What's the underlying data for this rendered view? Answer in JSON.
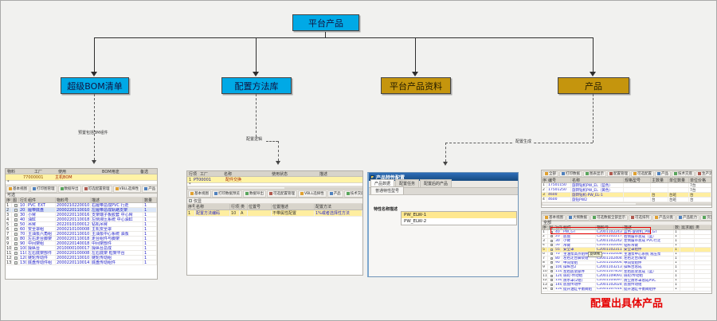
{
  "diagram": {
    "root": "平台产品",
    "nodes": [
      "超级BOM清单",
      "配置方法库",
      "平台产品资料",
      "产品"
    ],
    "edge_notes": {
      "bom": "预置包括3M组件",
      "logic": "配置逻辑",
      "generate": "配置生成"
    },
    "annotation": "配置出具体产品",
    "colors": {
      "node_cyan": "#00a9e6",
      "node_gold": "#c5950d",
      "annotation_red": "#e60000",
      "link_blue": "#2323c8",
      "highlight_yellow": "#fff3a6"
    }
  },
  "bom_panel": {
    "info_columns": [
      "物料",
      "工厂",
      "使用",
      "BOM用途",
      "备选"
    ],
    "info_row": {
      "mat": "77000001",
      "desc": "主机BOM"
    },
    "star": "*",
    "toolbar": [
      "基本视图",
      "打印图管理",
      "数据导出",
      "可选配置管理",
      "VBLL选择性",
      "产品",
      "生成"
    ],
    "section": "可选",
    "columns": [
      "序号",
      "图",
      "行项",
      "组件",
      "物料号",
      "描述",
      "数量"
    ],
    "rows": [
      {
        "n": "1",
        "item": "10",
        "comp": "PVC_EXT",
        "code": "2000210220010",
        "desc": "右履带总成PVC 行走",
        "qty": "1"
      },
      {
        "n": "2",
        "item": "20",
        "comp": "履带底盘",
        "code": "2000220110010",
        "desc": "左履带总成轨路支架",
        "qty": "1",
        "hl": "row-hl-blue"
      },
      {
        "n": "3",
        "item": "30",
        "comp": "小臂",
        "code": "2000220110016",
        "desc": "支架端子板胶套 中心臂",
        "qty": "1"
      },
      {
        "n": "4",
        "item": "40",
        "comp": "油缸",
        "code": "2000220110018",
        "desc": "左侧液压系统 中心油缸",
        "qty": "1"
      },
      {
        "n": "5",
        "item": "50",
        "comp": "吊臂",
        "code": "2022010100012",
        "desc": "钻机吊臂",
        "qty": "1"
      },
      {
        "n": "6",
        "item": "60",
        "comp": "安全罩组",
        "code": "2000210100008",
        "desc": "主机安全罩",
        "qty": "1"
      },
      {
        "n": "7",
        "item": "70",
        "comp": "主油泵六角组",
        "code": "2000220110010",
        "desc": "主油泵中心系统 油泵",
        "qty": "1"
      },
      {
        "n": "8",
        "item": "80",
        "comp": "左右走台脚架",
        "code": "2000220110018",
        "desc": "走台组件与脚架",
        "qty": "1"
      },
      {
        "n": "9",
        "item": "90",
        "comp": "中间架组",
        "code": "2000220140018",
        "desc": "中间架部件",
        "qty": "1"
      },
      {
        "n": "10",
        "item": "100",
        "comp": "操纵台",
        "code": "2010000100017",
        "desc": "操纵台总成",
        "qty": "1"
      },
      {
        "n": "11",
        "item": "110",
        "comp": "左右底架部件",
        "code": "2000220100008",
        "desc": "左右底架 框架平台",
        "qty": "1"
      },
      {
        "n": "12",
        "item": "120",
        "comp": "链轮传动件",
        "code": "2000220110010",
        "desc": "链轮传动组",
        "qty": "1"
      },
      {
        "n": "13",
        "item": "130",
        "comp": "底盘传动件组",
        "code": "2000220110014",
        "desc": "底盘传动组件",
        "qty": "1"
      }
    ]
  },
  "method_panel": {
    "info_columns": [
      "行项",
      "工厂",
      "名称",
      "使用状态",
      "描述"
    ],
    "info_row": {
      "n": "1",
      "code": "PT00001",
      "desc": "配件交换"
    },
    "star": "*",
    "toolbar": [
      "基本视图",
      "打印数据预览",
      "数据导出",
      "可选配置管理",
      "VBLL选择性",
      "产品",
      "技术交底",
      "FT"
    ],
    "filter_label": "仅显",
    "columns": [
      "序号",
      "名称",
      "行项",
      "类",
      "位置号",
      "位置描述",
      "配置方法"
    ],
    "row": {
      "n": "1",
      "name": "配置方法编码",
      "item": "10",
      "cls": "A",
      "pos": "",
      "posdesc": "不带属性配置",
      "meth": "1%或者选择性方法"
    }
  },
  "config_dialog": {
    "title": "产品特性配置",
    "tabs": [
      "产品数据",
      "配置任务",
      "配置后的产品"
    ],
    "subtab": "普通特性型号",
    "field_label": "特性名称描述",
    "options": [
      {
        "label": "PW_ELW-1",
        "hl": "opt-hl"
      },
      {
        "label": "PW_ELW-2"
      }
    ]
  },
  "product_list_panel": {
    "toolbar": [
      "全部",
      "打印数据",
      "图表显示",
      "配置管理",
      "可选配置",
      "产品",
      "技术交底",
      "生产流程",
      "扩展"
    ],
    "columns": [
      "序号",
      "编号",
      "名称",
      "规格型号",
      "主数量",
      "单位数量",
      "单位价格"
    ],
    "rows": [
      {
        "n": "1",
        "code": "17501150",
        "name": "旋转钻机PW_EL（蓝色）",
        "spec": "",
        "q1": "",
        "q2": "",
        "q3": "7台"
      },
      {
        "n": "2",
        "code": "17501250",
        "name": "旋转钻机PW_EL（黄色）",
        "spec": "",
        "q1": "",
        "q2": "",
        "q3": "7台"
      },
      {
        "n": "3",
        "code": "4600",
        "name": "旋转钻机-PW_EL-1",
        "spec": "",
        "q1": "台",
        "q2": "台班",
        "q3": "台",
        "hl": "row-hl-yellow"
      },
      {
        "n": "4",
        "code": "4600",
        "name": "旋钻PW2",
        "spec": "",
        "q1": "台",
        "q2": "台班",
        "q3": "台"
      }
    ]
  },
  "product_bom_panel": {
    "toolbar": [
      "基本视图",
      "大纲数据",
      "可选数据全部显示",
      "可选排列",
      "产品分类",
      "产品能力",
      "页面设置"
    ],
    "section": "全部",
    "columns": [
      "序号",
      "图",
      "行项",
      "组件",
      "物料号",
      "描述",
      "数量",
      "需求跟踪",
      "类"
    ],
    "tooltip": "旋转机",
    "rows": [
      {
        "n": "1",
        "item": "40",
        "comp": "PW_GT",
        "code": "C2001102243",
        "desc": "蓝色-旋转机_PW_GT",
        "qty": "1"
      },
      {
        "n": "2",
        "item": "20",
        "comp": "底盘",
        "code": "C2001102217",
        "desc": "右侧履带总成（蓝）",
        "qty": "1"
      },
      {
        "n": "3",
        "item": "30",
        "comp": "小臂",
        "code": "C2001102242",
        "desc": "左侧履带总成 PVC行走",
        "qty": "1"
      },
      {
        "n": "4",
        "item": "50",
        "comp": "吊臂",
        "code": "C2001102006",
        "desc": "钻杆吊臂",
        "qty": "1"
      },
      {
        "n": "5",
        "item": "55",
        "comp": "安全罩",
        "code": "C2001102311",
        "desc": "安全罩组件",
        "qty": "1",
        "hl": "row-hl-yellow"
      },
      {
        "n": "6",
        "item": "70",
        "comp": "主油泵高点组件",
        "code": "C2001102408",
        "desc": "主油泵中心系统 液压泵",
        "qty": "1"
      },
      {
        "n": "7",
        "item": "80",
        "comp": "左右走台脚架组",
        "code": "C2001102404",
        "desc": "左右走台/脚架",
        "qty": "1"
      },
      {
        "n": "8",
        "item": "90",
        "comp": "中间架组",
        "code": "C2001102604",
        "desc": "中间架组件",
        "qty": "1"
      },
      {
        "n": "9",
        "item": "100",
        "comp": "操纵台2",
        "code": "C2001103213",
        "desc": "操纵台总成",
        "qty": "1"
      },
      {
        "n": "10",
        "item": "110",
        "comp": "左右底架部件",
        "code": "C2001107850",
        "desc": "左右底架总成（蓝）",
        "qty": "1"
      },
      {
        "n": "11",
        "item": "120",
        "comp": "链轮-传动组",
        "code": "C2001109091",
        "desc": "链轮/传动组",
        "qty": "1"
      },
      {
        "n": "12",
        "item": "130",
        "comp": "防水罩(2组)",
        "code": "C2001104097",
        "desc": "防尘防水罩总成PVC",
        "qty": "1"
      },
      {
        "n": "13",
        "item": "140",
        "comp": "底盘传动件",
        "code": "C2001102024",
        "desc": "底盘传动组",
        "qty": "1"
      },
      {
        "n": "14",
        "item": "150",
        "comp": "提升油缸平衡阀组",
        "code": "C2001107014",
        "desc": "提升油缸平衡阀组件",
        "qty": "1"
      }
    ]
  }
}
